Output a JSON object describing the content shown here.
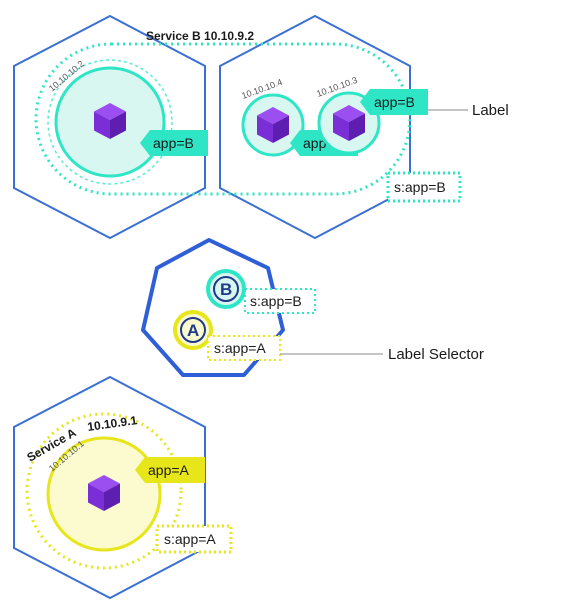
{
  "colors": {
    "node_border": "#3b6fd4",
    "service_b": "#2ee6c6",
    "service_b_fill": "#d9f7f1",
    "service_a": "#e6e61a",
    "service_a_fill": "#fbfbcf",
    "pod_cube": "#7a2fd6",
    "selector_border": "#2f5fd6"
  },
  "service_b": {
    "title": "Service B 10.10.9.2",
    "selector": "s:app=B",
    "pods": [
      {
        "ip": "10.10.10.2",
        "label": "app=B"
      },
      {
        "ip": "10.10.10.4",
        "label": "app=B"
      },
      {
        "ip": "10.10.10.3",
        "label": "app=B"
      }
    ]
  },
  "service_a": {
    "title_name": "Service A",
    "title_ip": "10.10.9.1",
    "selector": "s:app=A",
    "pods": [
      {
        "ip": "10.10.10.1",
        "label": "app=A"
      }
    ]
  },
  "selector_panel": {
    "b_letter": "B",
    "b_selector": "s:app=B",
    "a_letter": "A",
    "a_selector": "s:app=A"
  },
  "callouts": {
    "label": "Label",
    "label_selector": "Label Selector"
  },
  "icons": [
    "cube-icon",
    "service-b-icon",
    "service-a-icon"
  ]
}
